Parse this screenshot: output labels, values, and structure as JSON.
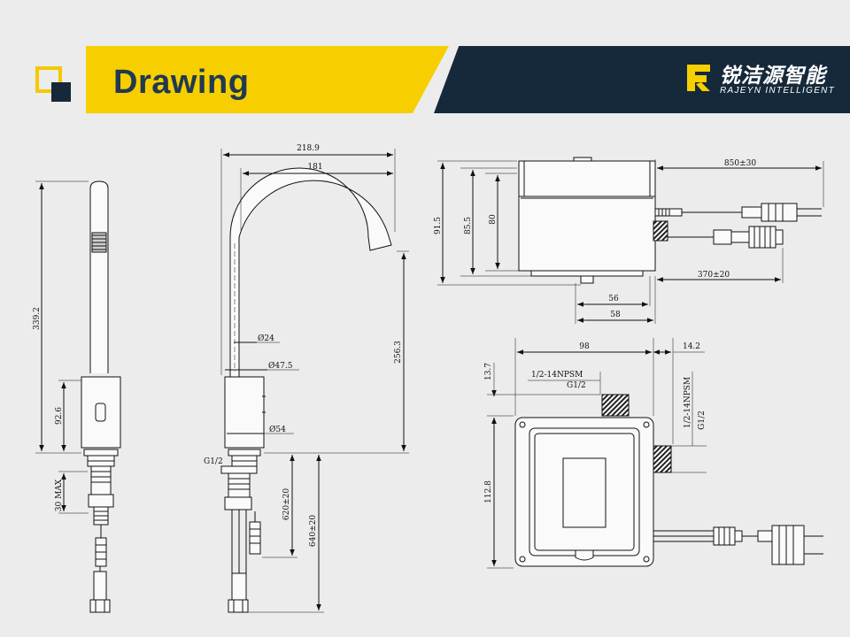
{
  "header": {
    "title": "Drawing",
    "brand_cn": "锐洁源智能",
    "brand_en": "RAJEYN INTELLIGENT",
    "colors": {
      "yellow": "#f7cf00",
      "navy": "#15293a",
      "title_text": "#213a4f"
    }
  },
  "dims": {
    "front_height": "339.2",
    "front_body": "92.6",
    "front_max": "30 MAX",
    "reach_total": "218.9",
    "reach_spout": "181",
    "spout_height": "256.3",
    "dia_top": "Ø24",
    "dia_mid": "Ø47.5",
    "dia_base": "Ø54",
    "thread_base": "G1/2",
    "hose_620": "620±20",
    "hose_640": "640±20",
    "box_h_total": "91.5",
    "box_h_855": "85.5",
    "box_h_80": "80",
    "cable_850": "850±30",
    "cable_370": "370±20",
    "box_w_56": "56",
    "box_w_58": "58",
    "box_w_98": "98",
    "box_w_142": "14.2",
    "box_h_137": "13.7",
    "box_h_1128": "112.8",
    "thread_npsm_top": "1/2-14NPSM",
    "thread_g12_top": "G1/2",
    "thread_npsm_right": "1/2-14NPSM",
    "thread_g12_right": "G1/2"
  }
}
